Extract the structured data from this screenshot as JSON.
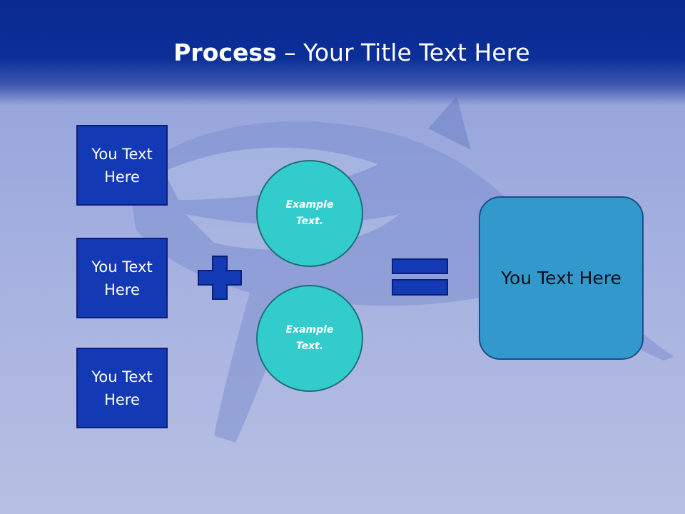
{
  "slide": {
    "title_bold": "Process",
    "title_rest": " – Your Title Text Here"
  },
  "left_boxes": [
    {
      "label": "You Text Here"
    },
    {
      "label": "You Text Here"
    },
    {
      "label": "You Text Here"
    }
  ],
  "circles": [
    {
      "label": "Example Text."
    },
    {
      "label": "Example Text."
    }
  ],
  "operators": {
    "plus_icon": "plus-icon",
    "equals_icon": "equals-icon"
  },
  "result_box": {
    "label": "You Text Here"
  },
  "colors": {
    "header": "#0b2f98",
    "box_fill": "#1439b5",
    "circle_fill": "#33cccc",
    "result_fill": "#3399cc",
    "operator_fill": "#1439b5"
  }
}
